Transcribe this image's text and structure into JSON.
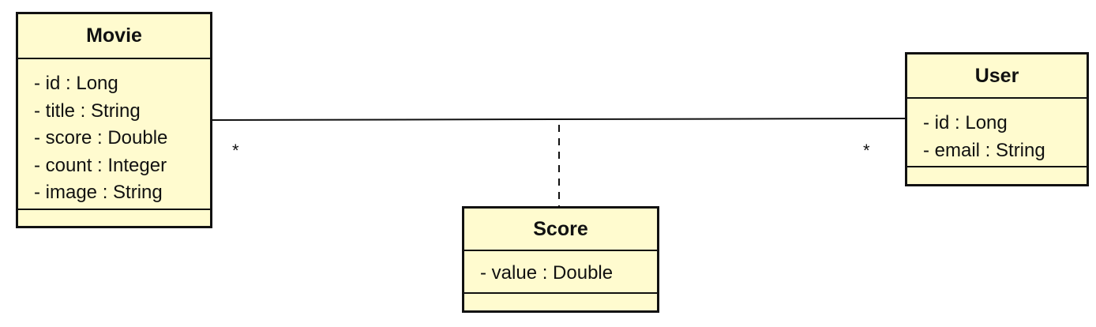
{
  "classes": {
    "movie": {
      "name": "Movie",
      "attributes": [
        "- id : Long",
        "- title : String",
        "- score : Double",
        "- count : Integer",
        "- image : String"
      ]
    },
    "user": {
      "name": "User",
      "attributes": [
        "- id : Long",
        "- email : String"
      ]
    },
    "score": {
      "name": "Score",
      "attributes": [
        "- value : Double"
      ]
    }
  },
  "association": {
    "multiplicity_movie": "*",
    "multiplicity_user": "*",
    "association_class": "Score"
  },
  "colors": {
    "class_fill": "#fffbcf",
    "border": "#111111",
    "line": "#111111"
  }
}
